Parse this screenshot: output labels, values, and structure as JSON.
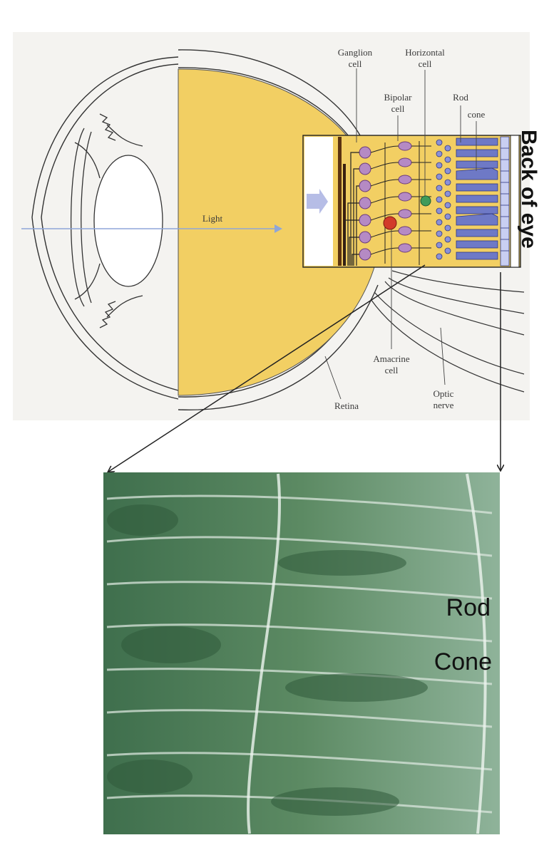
{
  "labels": {
    "ganglion_1": "Ganglion",
    "ganglion_2": "cell",
    "horizontal_1": "Horizontal",
    "horizontal_2": "cell",
    "bipolar_1": "Bipolar",
    "bipolar_2": "cell",
    "rod": "Rod",
    "cone": "cone",
    "light": "Light",
    "amacrine_1": "Amacrine",
    "amacrine_2": "cell",
    "retina": "Retina",
    "optic_1": "Optic",
    "optic_2": "nerve",
    "back_of_eye": "Back of eye"
  },
  "photo_labels": {
    "rod": "Rod",
    "cone": "Cone"
  },
  "colors": {
    "vitreous_yellow": "#f2cf63",
    "rod_blue": "#6e79c6",
    "cell_purple": "#b58ac4",
    "horizontal_green": "#3f9b5a",
    "amacrine_red": "#d23a2a",
    "micrograph_green": "#4d7a55",
    "light_ray": "#8fa6d8"
  }
}
